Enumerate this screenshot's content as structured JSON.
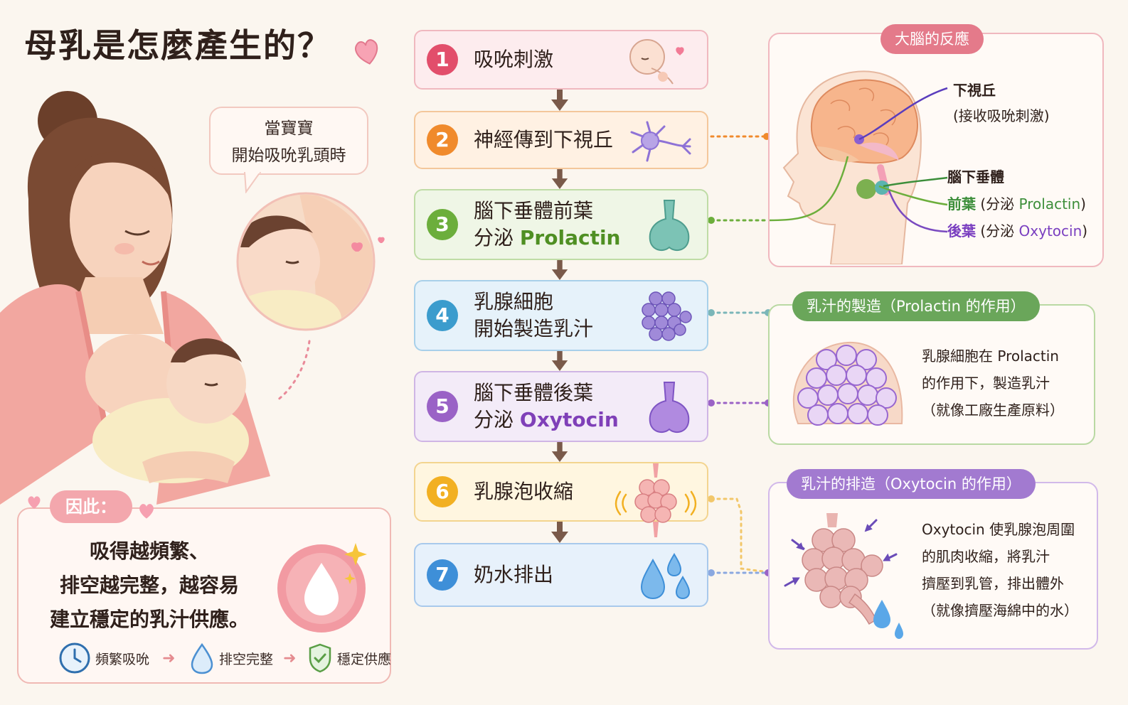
{
  "title": "母乳是怎麼產生的？",
  "bubble": {
    "line1": "當寶寶",
    "line2": "開始吸吮乳頭時"
  },
  "summary": {
    "pill": "因此：",
    "line1": "吸得越頻繁、",
    "line2": "排空越完整，越容易",
    "line3": "建立穩定的乳汁供應。",
    "steps": [
      "頻繁吸吮",
      "排空完整",
      "穩定供應"
    ],
    "arrow": "➜"
  },
  "steps": [
    {
      "num": "1",
      "line1": "吸吮刺激",
      "line2": "",
      "hl": "",
      "color": "#e24e6b"
    },
    {
      "num": "2",
      "line1": "神經傳到下視丘",
      "line2": "",
      "hl": "",
      "color": "#f08a2c"
    },
    {
      "num": "3",
      "line1": "腦下垂體前葉",
      "line2": "分泌 ",
      "hl": "Prolactin",
      "color": "#6cae3c"
    },
    {
      "num": "4",
      "line1": "乳腺細胞",
      "line2": "開始製造乳汁",
      "hl": "",
      "color": "#3b9ccd"
    },
    {
      "num": "5",
      "line1": "腦下垂體後葉",
      "line2": "分泌 ",
      "hl": "Oxytocin",
      "color": "#9a62c6"
    },
    {
      "num": "6",
      "line1": "乳腺泡收縮",
      "line2": "",
      "hl": "",
      "color": "#f2b022"
    },
    {
      "num": "7",
      "line1": "奶水排出",
      "line2": "",
      "hl": "",
      "color": "#3e8fd8"
    }
  ],
  "brain": {
    "pill": "大腦的反應",
    "hypothalamus": "下視丘",
    "hypothalamus_note": "(接收吸吮刺激)",
    "pituitary": "腦下垂體",
    "anterior": "前葉",
    "anterior_note_pre": "(分泌 ",
    "anterior_note_hl": "Prolactin",
    "posterior": "後葉",
    "posterior_note_pre": "(分泌 ",
    "posterior_note_hl": "Oxytocin",
    "note_close": ")"
  },
  "production": {
    "pill": "乳汁的製造（Prolactin 的作用）",
    "line1": "乳腺細胞在 Prolactin",
    "line2": "的作用下，製造乳汁",
    "line3": "（就像工廠生產原料）"
  },
  "ejection": {
    "pill": "乳汁的排造（Oxytocin 的作用）",
    "line1": "Oxytocin 使乳腺泡周圍",
    "line2": "的肌肉收縮，將乳汁",
    "line3": "擠壓到乳管，排出體外",
    "line4": "（就像擠壓海綿中的水）"
  },
  "colors": {
    "pink": "#e24e6b",
    "orange": "#f08a2c",
    "green": "#6cae3c",
    "blue": "#3b9ccd",
    "purple": "#9a62c6",
    "yellow": "#f2b022",
    "arrow": "#7a5a4a"
  }
}
